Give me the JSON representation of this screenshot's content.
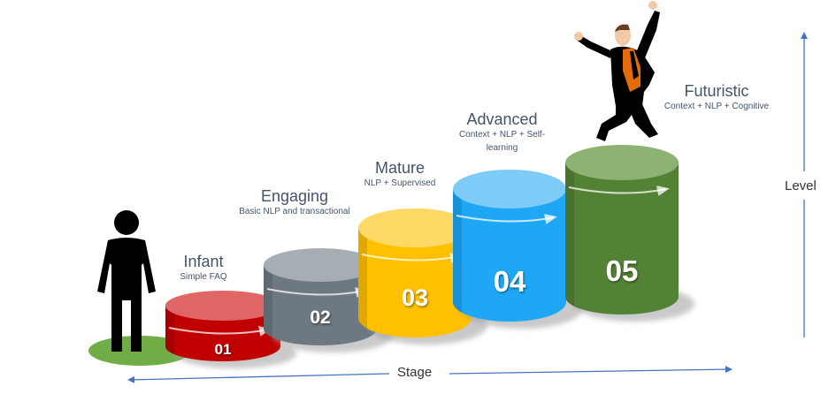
{
  "diagram": {
    "title": "Chatbot maturity stages",
    "axes": {
      "x_label": "Stage",
      "y_label": "Level",
      "color": "#4472c4"
    },
    "stages": [
      {
        "number": "01",
        "name": "Infant",
        "description": "Simple FAQ",
        "color": "#c00000",
        "top_color": "#e06666"
      },
      {
        "number": "02",
        "name": "Engaging",
        "description": "Basic NLP and  transactional",
        "color": "#6d7880",
        "top_color": "#a6adb3"
      },
      {
        "number": "03",
        "name": "Mature",
        "description": "NLP + Supervised",
        "color": "#ffc000",
        "top_color": "#ffd966"
      },
      {
        "number": "04",
        "name": "Advanced",
        "description": "Context + NLP + Self-learning",
        "color": "#1ea7f5",
        "top_color": "#7fcbf7"
      },
      {
        "number": "05",
        "name": "Futuristic",
        "description": "Context + NLP + Cognitive",
        "color": "#548235",
        "top_color": "#8db374"
      }
    ],
    "figures": {
      "start_person": {
        "name": "standing person",
        "color": "#000000",
        "base_color": "#70ad47"
      },
      "end_person": {
        "name": "jumping businessman",
        "shirt_color": "#e26b0a"
      }
    }
  }
}
